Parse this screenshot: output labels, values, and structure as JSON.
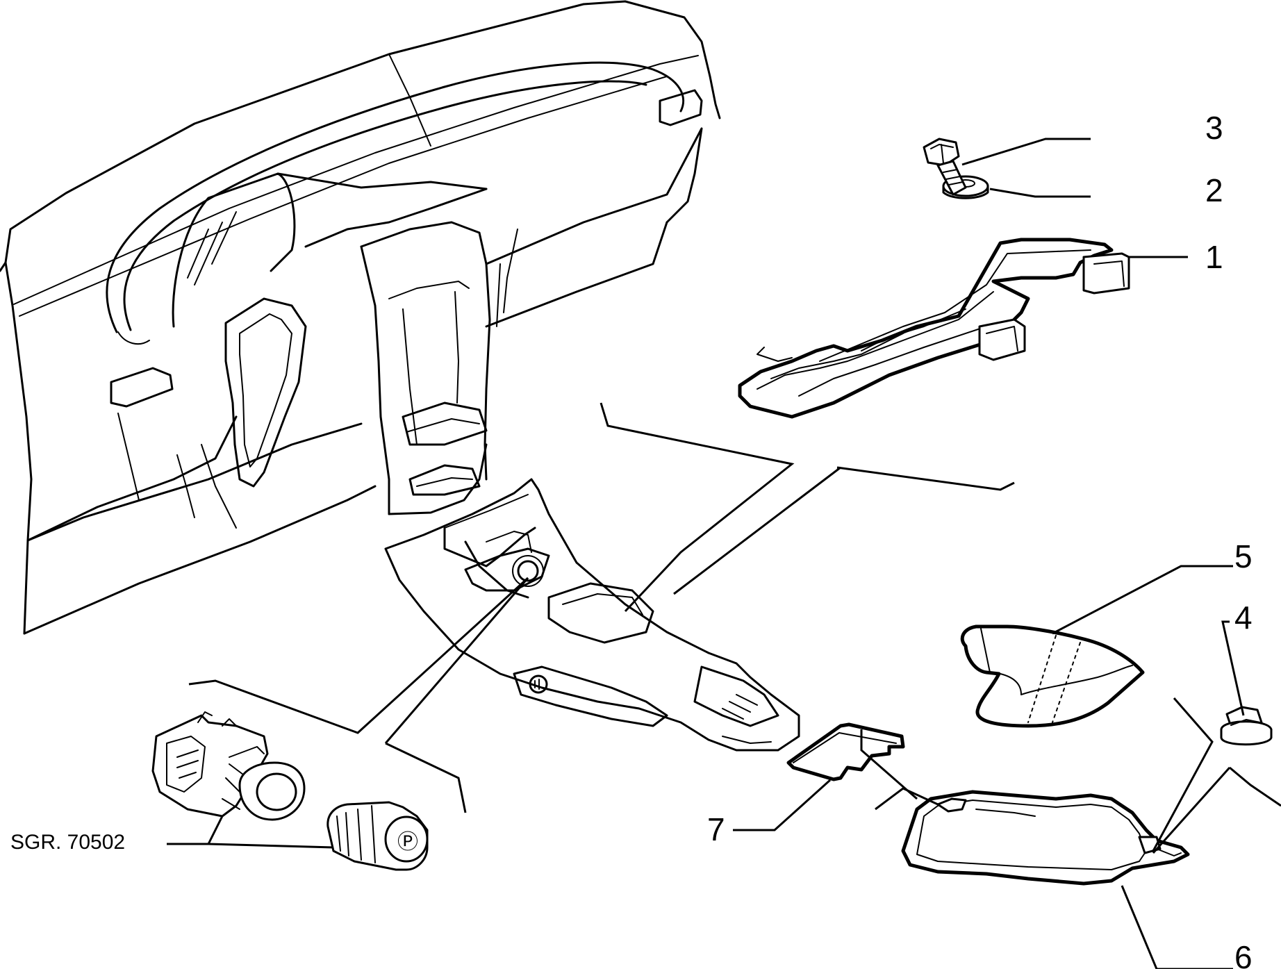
{
  "callouts": [
    {
      "id": "1",
      "label": "1"
    },
    {
      "id": "2",
      "label": "2"
    },
    {
      "id": "3",
      "label": "3"
    },
    {
      "id": "4",
      "label": "4"
    },
    {
      "id": "5",
      "label": "5"
    },
    {
      "id": "6",
      "label": "6"
    },
    {
      "id": "7",
      "label": "7"
    }
  ],
  "reference_code": "SGR. 70502",
  "ashtray_mark": "Ⓟ"
}
